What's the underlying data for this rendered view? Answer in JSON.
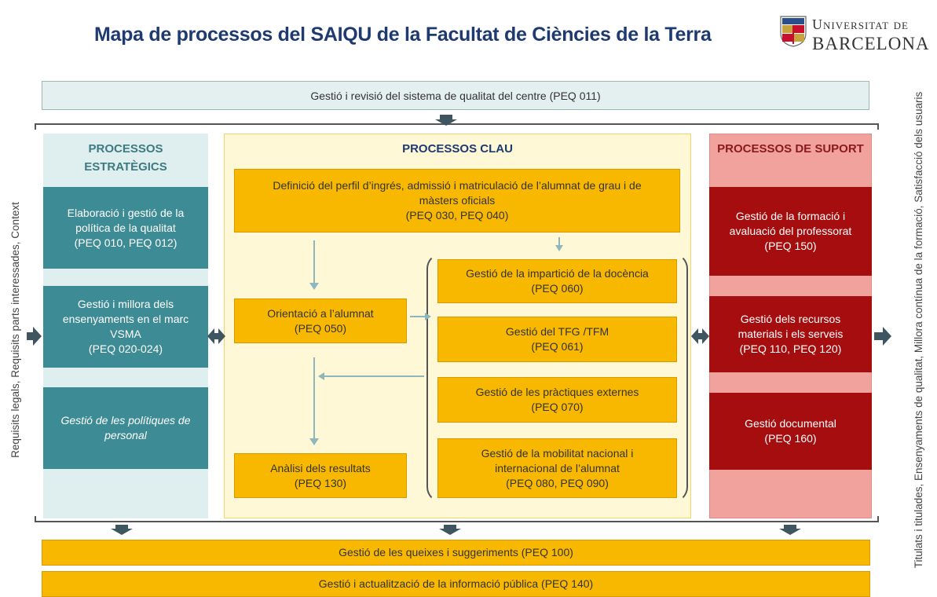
{
  "title": "Mapa de processos del SAIQU de la Facultat de Ciències de la Terra",
  "logo": {
    "line1": "Universitat de",
    "line2": "BARCELONA"
  },
  "top_process": "Gestió i revisió del sistema de qualitat del centre (PEQ 011)",
  "left_side_label": "Requisits legals, Requisits parts interessades, Context",
  "right_side_label": "Titulats i titulades, Ensenyaments de qualitat, Millora contínua de la\nformació, Satisfacció dels usuaris",
  "strategic": {
    "heading": "PROCESSOS\nESTRATÈGICS",
    "boxes": [
      "Elaboració i gestió de la\npolítica de la qualitat\n(PEQ 010, PEQ 012)",
      "Gestió i millora dels\nensenyaments en el marc\nVSMA\n(PEQ 020-024)",
      "Gestió de les polítiques de\npersonal"
    ]
  },
  "key": {
    "heading": "PROCESSOS CLAU",
    "admission": "Definició del perfil d’ingrés, admissió i matriculació de l’alumnat de grau i de\nmàsters oficials\n(PEQ 030, PEQ 040)",
    "orientation": "Orientació a l’alumnat\n(PEQ 050)",
    "results": "Anàlisi dels resultats\n(PEQ 130)",
    "teaching": [
      "Gestió de la impartició de la docència\n(PEQ 060)",
      "Gestió del TFG /TFM\n(PEQ 061)",
      "Gestió de les pràctiques externes\n(PEQ 070)",
      "Gestió de la mobilitat nacional i\ninternacional de l’alumnat\n(PEQ 080, PEQ 090)"
    ]
  },
  "support": {
    "heading": "PROCESSOS DE SUPORT",
    "boxes": [
      "Gestió de la formació i\navaluació del professorat\n(PEQ 150)",
      "Gestió dels recursos\nmaterials i els serveis\n(PEQ 110, PEQ 120)",
      "Gestió documental\n(PEQ 160)"
    ]
  },
  "bottom_processes": [
    "Gestió de les queixes i suggeriments (PEQ 100)",
    "Gestió i actualització de la informació pública (PEQ 140)"
  ],
  "colors": {
    "title": "#1f3a70",
    "teal": "#3d8b94",
    "gold": "#f9b800",
    "dark_red": "#a50d0e",
    "support_bg": "#f1a29c",
    "key_bg": "#fff8d6"
  }
}
